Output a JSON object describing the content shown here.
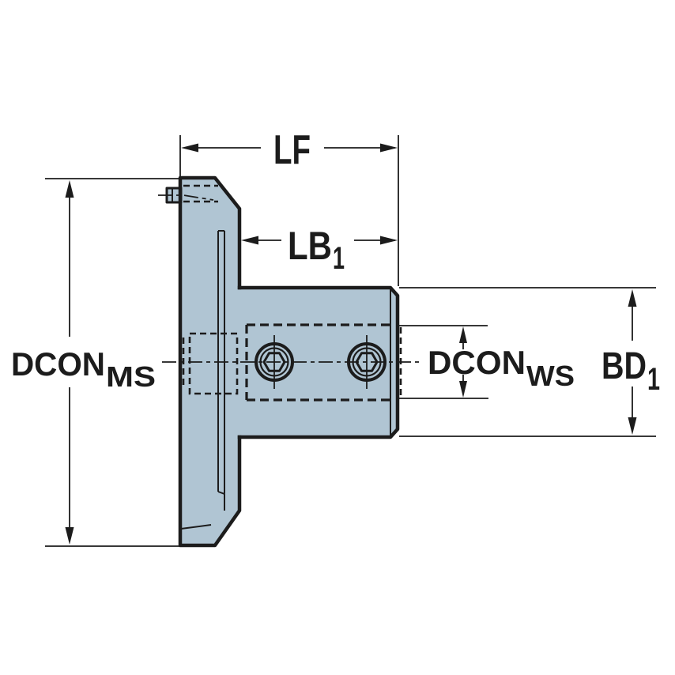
{
  "page": {
    "background": "#ffffff"
  },
  "colors": {
    "part_fill": "#b0c5d3",
    "line": "#1c1c1c"
  },
  "labels": {
    "lf": "LF",
    "lb1": {
      "base": "LB",
      "sub": "1"
    },
    "dcon_ms": {
      "base": "DCON",
      "sub": "MS"
    },
    "dcon_ws": {
      "base": "DCON",
      "sub": "WS"
    },
    "bd1": {
      "base": "BD",
      "sub": "1"
    }
  }
}
